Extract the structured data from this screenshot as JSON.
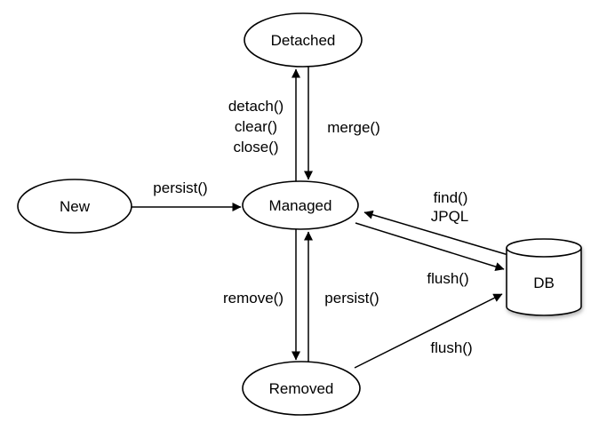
{
  "page": {
    "background": "#ffffff"
  },
  "diagram": {
    "type": "state-diagram",
    "stroke_color": "#000000",
    "fill_color": "#ffffff",
    "text_color": "#000000",
    "nodes": {
      "new": {
        "label": "New",
        "shape": "ellipse"
      },
      "detached": {
        "label": "Detached",
        "shape": "ellipse"
      },
      "managed": {
        "label": "Managed",
        "shape": "ellipse"
      },
      "removed": {
        "label": "Removed",
        "shape": "ellipse"
      },
      "db": {
        "label": "DB",
        "shape": "cylinder"
      }
    },
    "edges": {
      "new_to_managed": {
        "from": "New",
        "to": "Managed",
        "label": "persist()"
      },
      "managed_to_detached": {
        "from": "Managed",
        "to": "Detached",
        "label_lines": [
          "detach()",
          "clear()",
          "close()"
        ]
      },
      "detached_to_managed": {
        "from": "Detached",
        "to": "Managed",
        "label": "merge()"
      },
      "managed_to_removed": {
        "from": "Managed",
        "to": "Removed",
        "label": "remove()"
      },
      "removed_to_managed": {
        "from": "Removed",
        "to": "Managed",
        "label": "persist()"
      },
      "db_to_managed": {
        "from": "DB",
        "to": "Managed",
        "label_lines": [
          "find()",
          "JPQL"
        ]
      },
      "managed_to_db": {
        "from": "Managed",
        "to": "DB",
        "label": "flush()"
      },
      "removed_to_db": {
        "from": "Removed",
        "to": "DB",
        "label": "flush()"
      }
    }
  }
}
